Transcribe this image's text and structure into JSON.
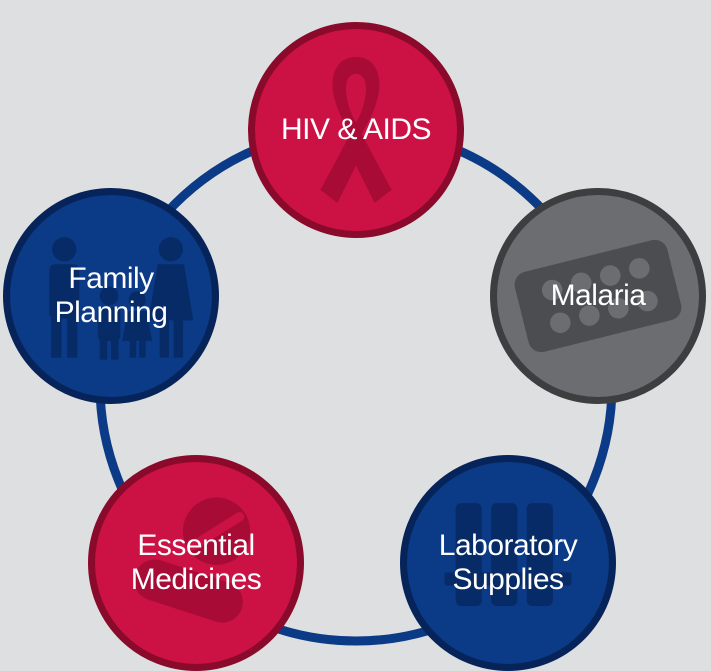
{
  "colors": {
    "background": "#dedfe0",
    "ring": "#0b3a86",
    "red_fill": "#cc1144",
    "red_border": "#8a0a2c",
    "red_icon": "#a80c36",
    "gray_fill": "#6b6d70",
    "gray_border": "#3d3e40",
    "gray_icon": "#4c4d50",
    "blue_fill": "#0b3a86",
    "blue_border": "#06245a",
    "blue_icon": "#072b66"
  },
  "nodes": [
    {
      "id": "hiv",
      "lines": [
        "HIV & AIDS"
      ],
      "icon": "ribbon-icon",
      "theme": "red"
    },
    {
      "id": "malaria",
      "lines": [
        "Malaria"
      ],
      "icon": "pill-pack-icon",
      "theme": "gray"
    },
    {
      "id": "lab",
      "lines": [
        "Laboratory",
        "Supplies"
      ],
      "icon": "test-tubes-icon",
      "theme": "blue"
    },
    {
      "id": "medicines",
      "lines": [
        "Essential",
        "Medicines"
      ],
      "icon": "pills-icon",
      "theme": "red"
    },
    {
      "id": "family",
      "lines": [
        "Family",
        "Planning"
      ],
      "icon": "family-icon",
      "theme": "blue"
    }
  ]
}
